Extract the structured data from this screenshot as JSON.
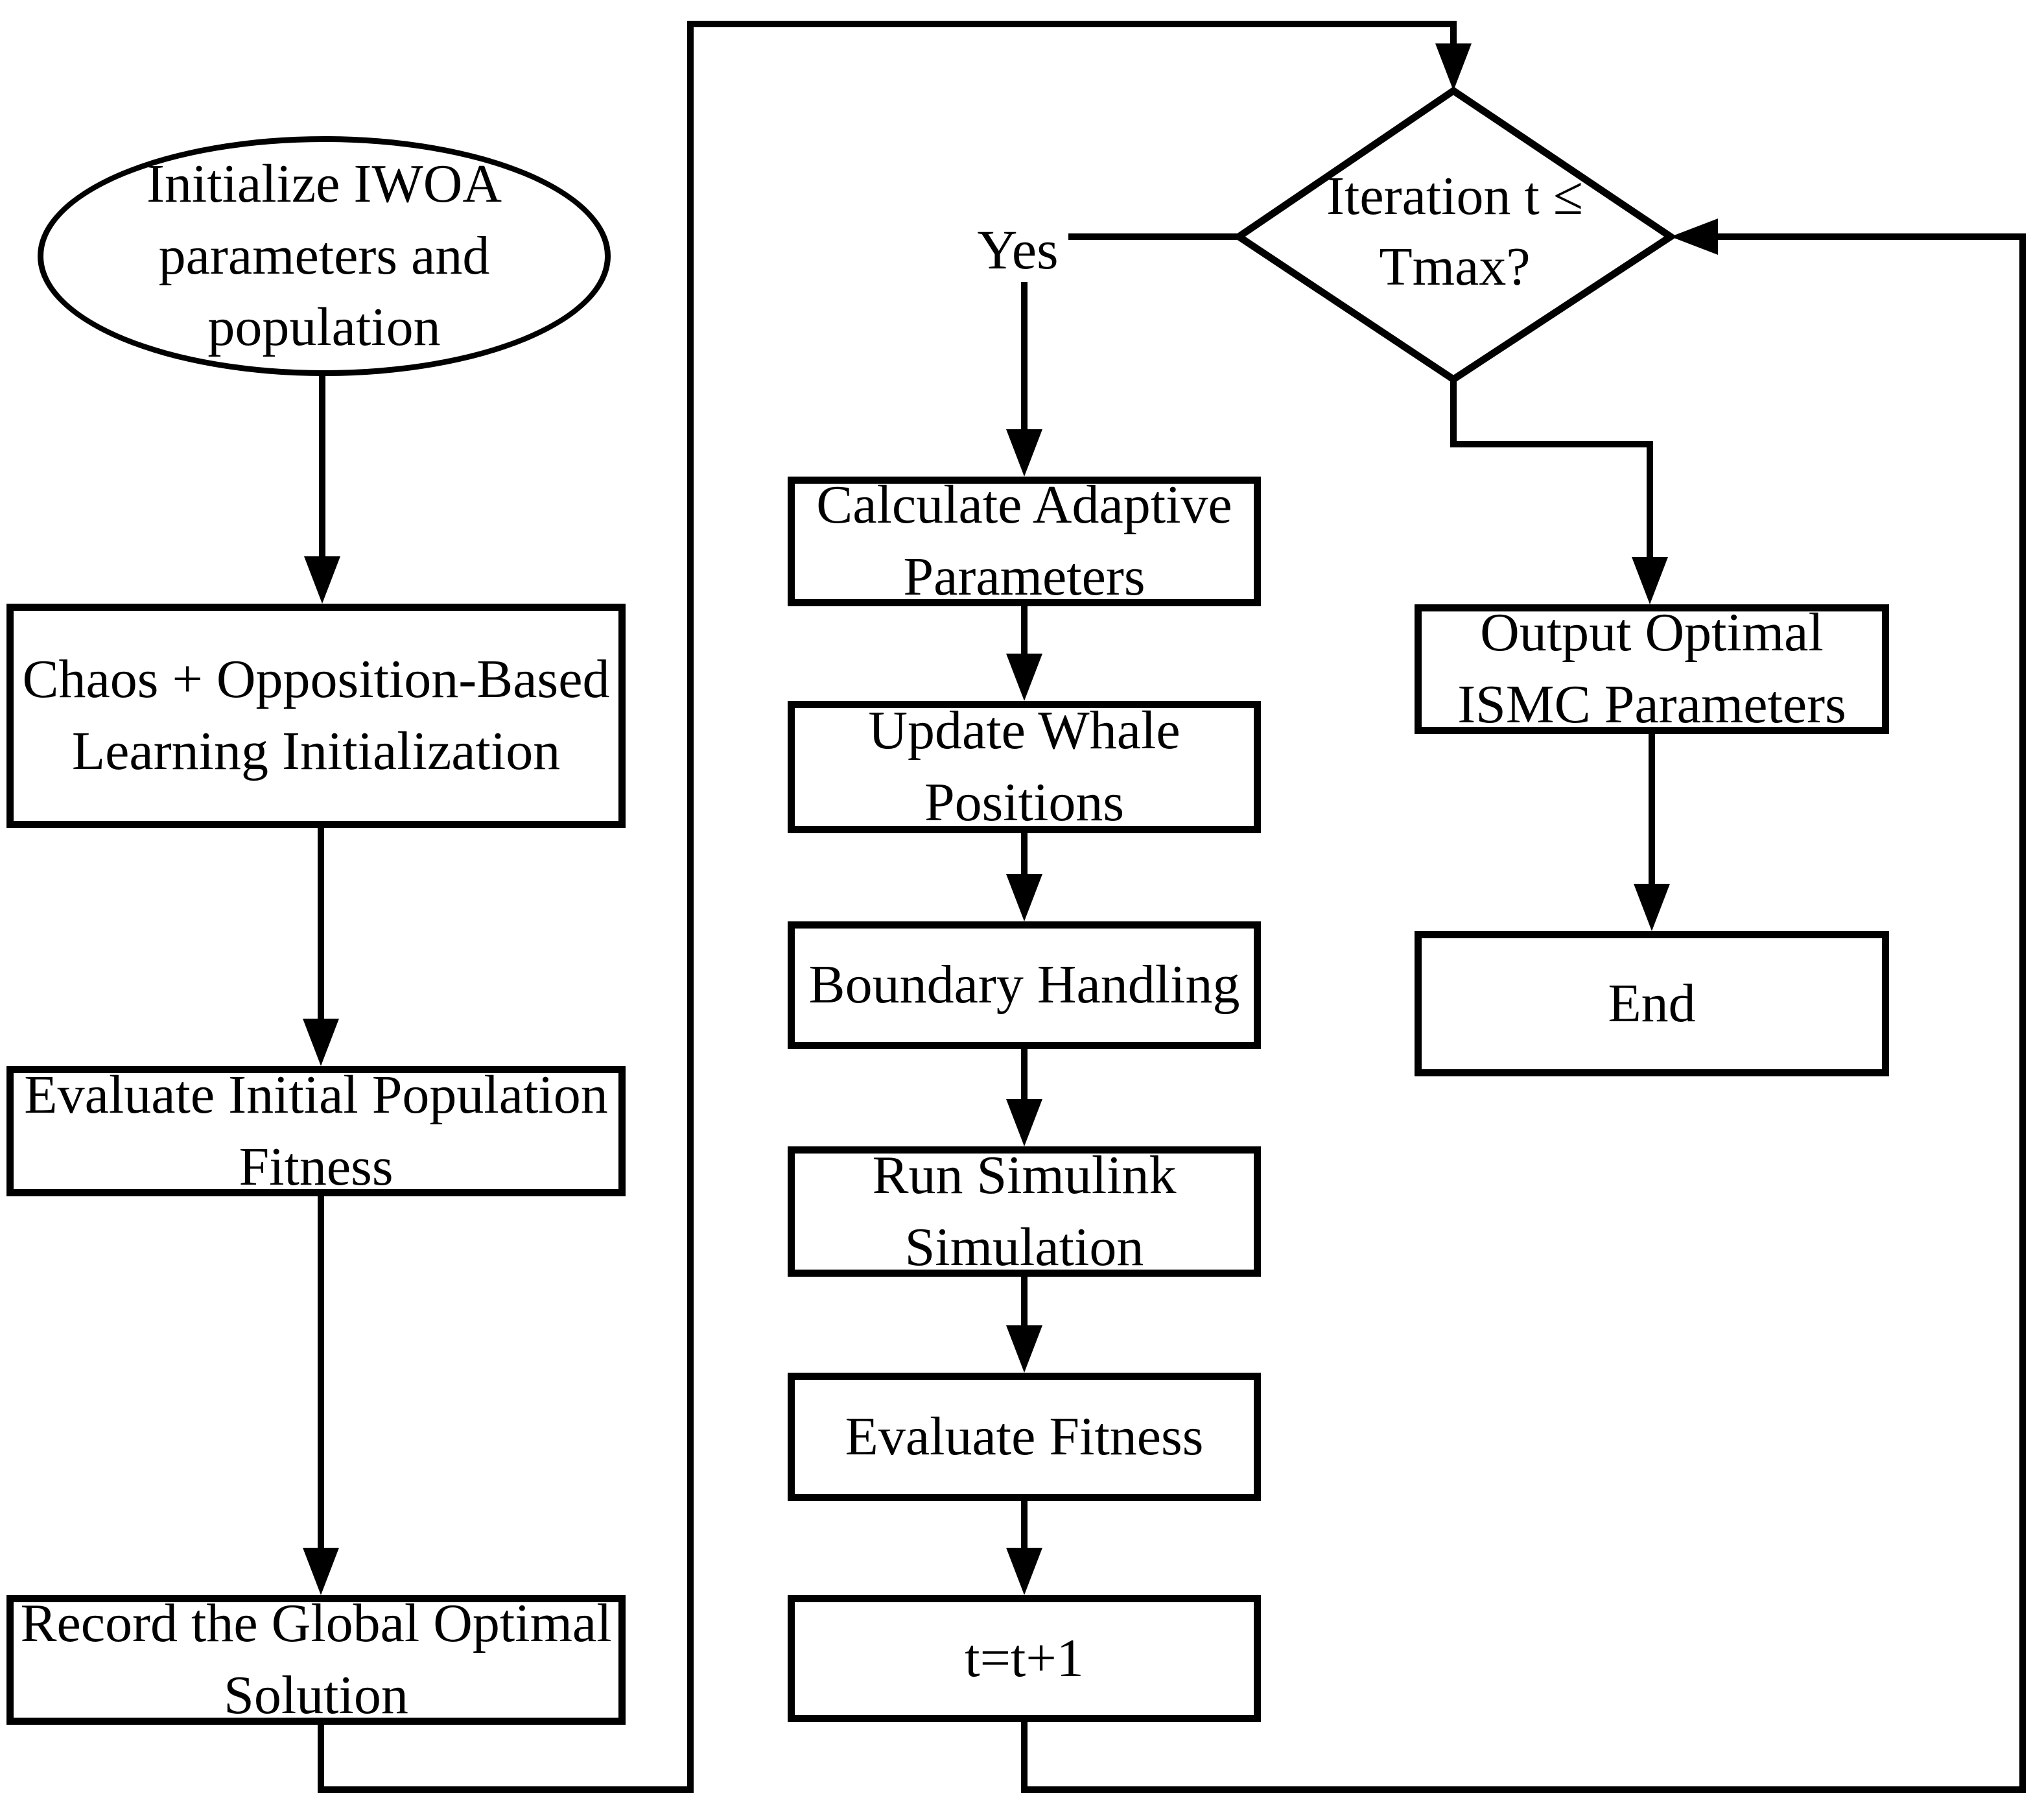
{
  "colors": {
    "ink": "#000000",
    "background": "#ffffff"
  },
  "nodes": {
    "start": {
      "lines": [
        "Initialize IWOA",
        "parameters and",
        "population"
      ]
    },
    "chaos_obl_init": {
      "lines": [
        "Chaos + Opposition-Based",
        "Learning Initialization"
      ]
    },
    "evaluate_initial": {
      "lines": [
        "Evaluate Initial Population",
        "Fitness"
      ]
    },
    "record_global": {
      "lines": [
        "Record the Global Optimal",
        "Solution"
      ]
    },
    "iteration_check": {
      "lines": [
        "Iteration t ≤",
        "Tmax?"
      ]
    },
    "calc_adaptive": {
      "lines": [
        "Calculate Adaptive",
        "Parameters"
      ]
    },
    "update_whale": {
      "lines": [
        "Update Whale",
        "Positions"
      ]
    },
    "boundary": {
      "lines": [
        "Boundary Handling"
      ]
    },
    "run_simulink": {
      "lines": [
        "Run Simulink",
        "Simulation"
      ]
    },
    "evaluate_fitness": {
      "lines": [
        "Evaluate Fitness"
      ]
    },
    "increment": {
      "lines": [
        "t=t+1"
      ]
    },
    "output_params": {
      "lines": [
        "Output Optimal",
        "ISMC Parameters"
      ]
    },
    "end": {
      "lines": [
        "End"
      ]
    }
  },
  "edge_labels": {
    "yes": "Yes"
  }
}
